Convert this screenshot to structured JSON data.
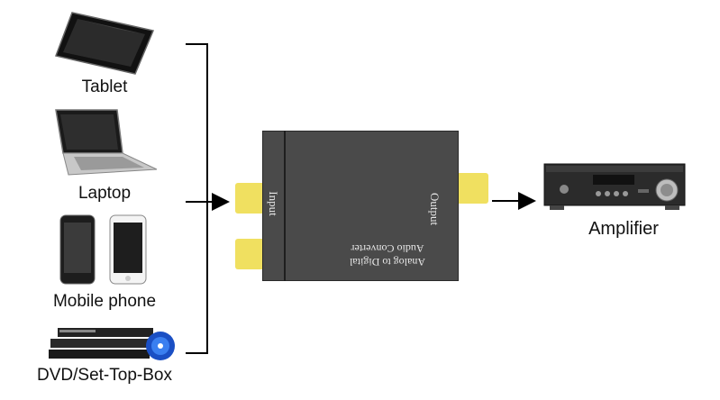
{
  "sources": {
    "tablet_label": "Tablet",
    "laptop_label": "Laptop",
    "mobile_label": "Mobile phone",
    "dvd_label": "DVD/Set-Top-Box"
  },
  "converter": {
    "input_label": "Input",
    "output_label": "Output",
    "name_line1": "Analog to Digital",
    "name_line2": "Audio Converter"
  },
  "amplifier": {
    "label": "Amplifier"
  },
  "colors": {
    "connector": "#f0e060",
    "box": "#4a4a4a",
    "line": "#000000"
  }
}
